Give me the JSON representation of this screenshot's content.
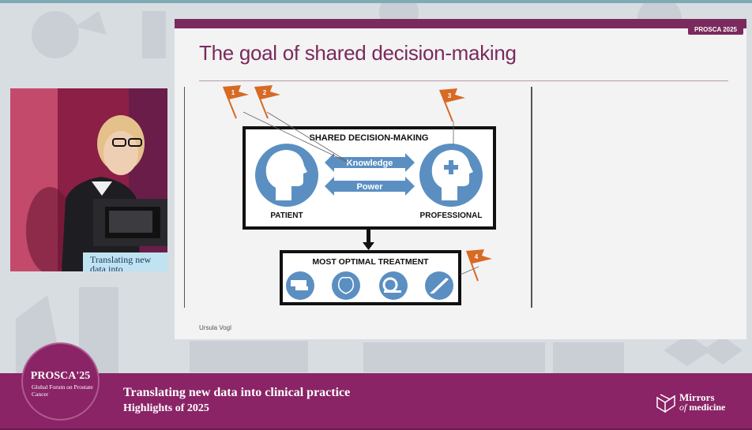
{
  "slide": {
    "tag": "PROSCA 2025",
    "title": "The goal of shared decision-making",
    "author": "Ursula Vogl",
    "diagram": {
      "box_title": "SHARED DECISION-MAKING",
      "arrow1": "Knowledge",
      "arrow2": "Power",
      "left_label": "PATIENT",
      "right_label": "PROFESSIONAL",
      "bottom_title": "MOST OPTIMAL TREATMENT",
      "flags": [
        "1",
        "2",
        "3",
        "4"
      ]
    }
  },
  "video": {
    "caption": "Translating new data into"
  },
  "footer": {
    "badge_title": "PROSCA'25",
    "badge_sub": "Global Forum on Prostate Cancer",
    "line1": "Translating new data into clinical practice",
    "line2": "Highlights of 2025",
    "logo_line1": "Mirrors",
    "logo_of": "of",
    "logo_medicine": "medicine"
  },
  "colors": {
    "accent": "#7a2a5d",
    "band": "#8a2466",
    "diagram_blue": "#5b8fc2",
    "flag_orange": "#d76a25"
  },
  "icons": [
    "shield-flag-icon",
    "head-icon",
    "medical-head-icon",
    "radiation-icon",
    "brain-icon",
    "mri-icon",
    "scalpel-icon",
    "mirrors-logo-icon"
  ]
}
